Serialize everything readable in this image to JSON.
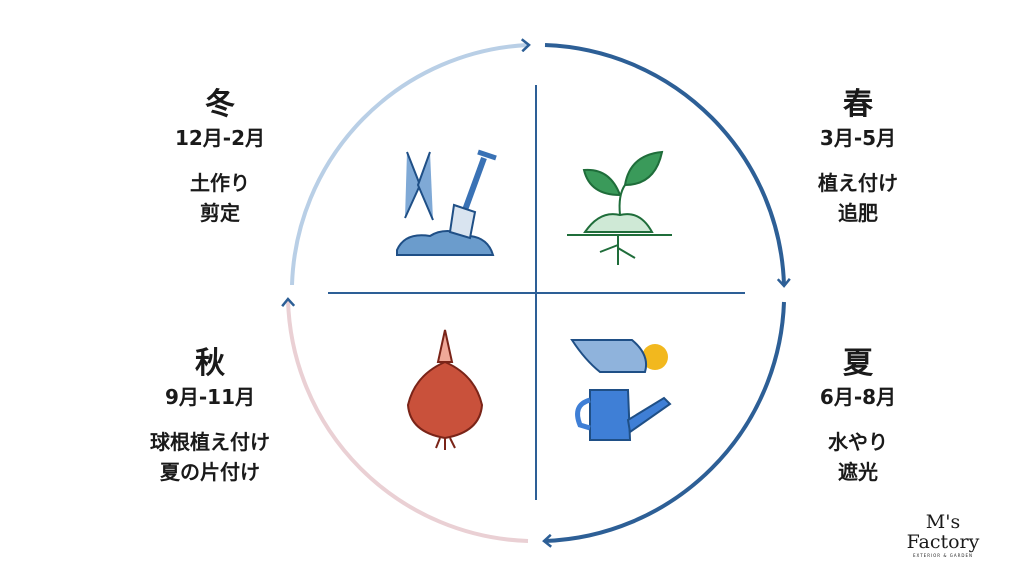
{
  "seasons": {
    "winter": {
      "name": "冬",
      "months": "12月-2月",
      "tasks": [
        "土作り",
        "剪定"
      ]
    },
    "spring": {
      "name": "春",
      "months": "3月-5月",
      "tasks": [
        "植え付け",
        "追肥"
      ]
    },
    "autumn": {
      "name": "秋",
      "months": "9月-11月",
      "tasks": [
        "球根植え付け",
        "夏の片付け"
      ]
    },
    "summer": {
      "name": "夏",
      "months": "6月-8月",
      "tasks": [
        "水やり",
        "遮光"
      ]
    }
  },
  "logo": {
    "brand": "M's Factory",
    "sub": "EXTERIOR & GARDEN"
  },
  "colors": {
    "cycle": "#2d5f96",
    "leaf": "#3a9a5a",
    "bulb": "#c9513b",
    "sun": "#f2b81e",
    "can": "#3f7fd6"
  }
}
